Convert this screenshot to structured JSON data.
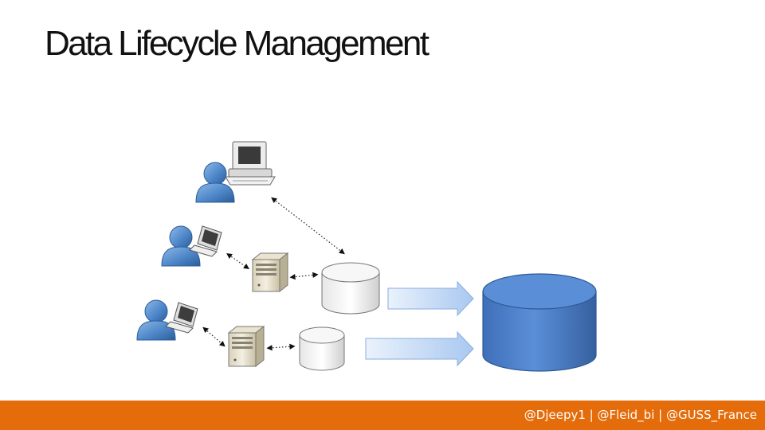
{
  "slide": {
    "title": "Data Lifecycle Management"
  },
  "footer": {
    "handles": "@Djeepy1 | @Fleid_bi | @GUSS_France"
  },
  "colors": {
    "footer_bar": "#e46c0a",
    "warehouse": "#4a7dc8",
    "user_icon": "#4e87c9",
    "arrow_fill": "#b9d3f5"
  },
  "diagram": {
    "nodes": [
      {
        "id": "user-1",
        "icon": "user-icon"
      },
      {
        "id": "desktop-1",
        "icon": "desktop-computer-icon"
      },
      {
        "id": "user-2",
        "icon": "user-icon"
      },
      {
        "id": "laptop-2",
        "icon": "laptop-icon"
      },
      {
        "id": "server-2",
        "icon": "server-tower-icon"
      },
      {
        "id": "db-2",
        "icon": "database-icon"
      },
      {
        "id": "user-3",
        "icon": "user-icon"
      },
      {
        "id": "laptop-3",
        "icon": "laptop-icon"
      },
      {
        "id": "server-3",
        "icon": "server-tower-icon"
      },
      {
        "id": "db-3",
        "icon": "database-icon"
      },
      {
        "id": "warehouse",
        "icon": "database-icon"
      }
    ],
    "edges": [
      {
        "from": "desktop-1",
        "to": "db-2",
        "style": "dotted-double-arrow"
      },
      {
        "from": "laptop-2",
        "to": "server-2",
        "style": "dotted-double-arrow"
      },
      {
        "from": "server-2",
        "to": "db-2",
        "style": "dotted-double-arrow"
      },
      {
        "from": "laptop-3",
        "to": "server-3",
        "style": "dotted-double-arrow"
      },
      {
        "from": "server-3",
        "to": "db-3",
        "style": "dotted-double-arrow"
      },
      {
        "from": "db-2",
        "to": "warehouse",
        "style": "block-arrow"
      },
      {
        "from": "db-3",
        "to": "warehouse",
        "style": "block-arrow"
      }
    ]
  }
}
